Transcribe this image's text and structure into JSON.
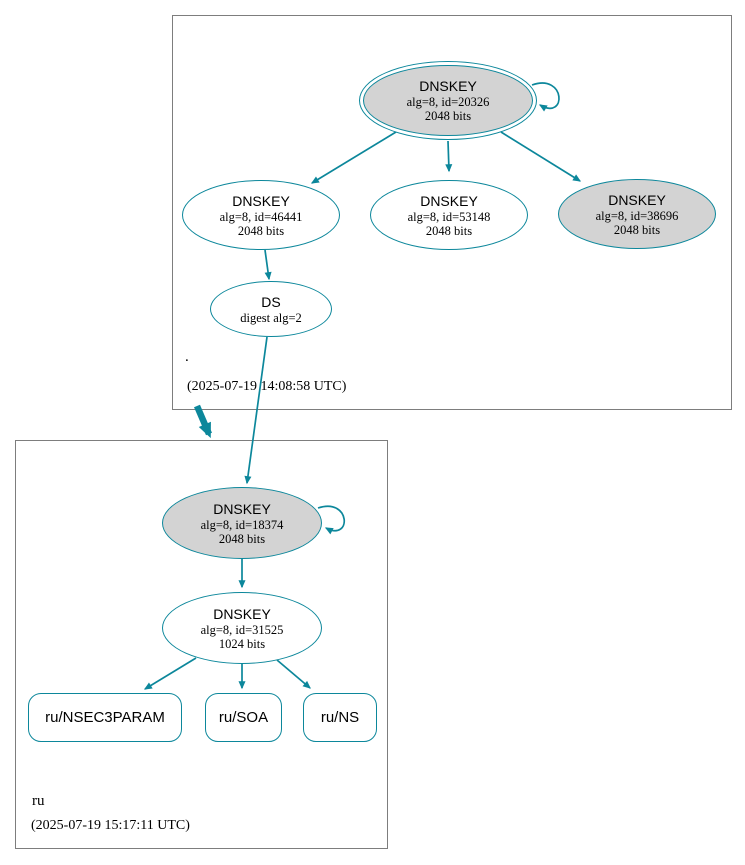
{
  "colors": {
    "edge": "#0c879b",
    "node_border": "#0c879b",
    "ksk_fill": "#d3d3d3",
    "node_fill": "#ffffff",
    "zone_box_border": "#7d7d7d",
    "text": "#000000"
  },
  "zones": [
    {
      "label": ".",
      "timestamp": "(2025-07-19 14:08:58 UTC)",
      "nodes": {
        "ksk": {
          "title": "DNSKEY",
          "detail1": "alg=8, id=20326",
          "detail2": "2048 bits"
        },
        "key46441": {
          "title": "DNSKEY",
          "detail1": "alg=8, id=46441",
          "detail2": "2048 bits"
        },
        "key53148": {
          "title": "DNSKEY",
          "detail1": "alg=8, id=53148",
          "detail2": "2048 bits"
        },
        "key38696": {
          "title": "DNSKEY",
          "detail1": "alg=8, id=38696",
          "detail2": "2048 bits"
        },
        "ds": {
          "title": "DS",
          "detail1": "digest alg=2"
        }
      }
    },
    {
      "label": "ru",
      "timestamp": "(2025-07-19 15:17:11 UTC)",
      "nodes": {
        "ksk": {
          "title": "DNSKEY",
          "detail1": "alg=8, id=18374",
          "detail2": "2048 bits"
        },
        "zsk": {
          "title": "DNSKEY",
          "detail1": "alg=8, id=31525",
          "detail2": "1024 bits"
        },
        "nsec3param": {
          "label": "ru/NSEC3PARAM"
        },
        "soa": {
          "label": "ru/SOA"
        },
        "ns": {
          "label": "ru/NS"
        }
      }
    }
  ]
}
